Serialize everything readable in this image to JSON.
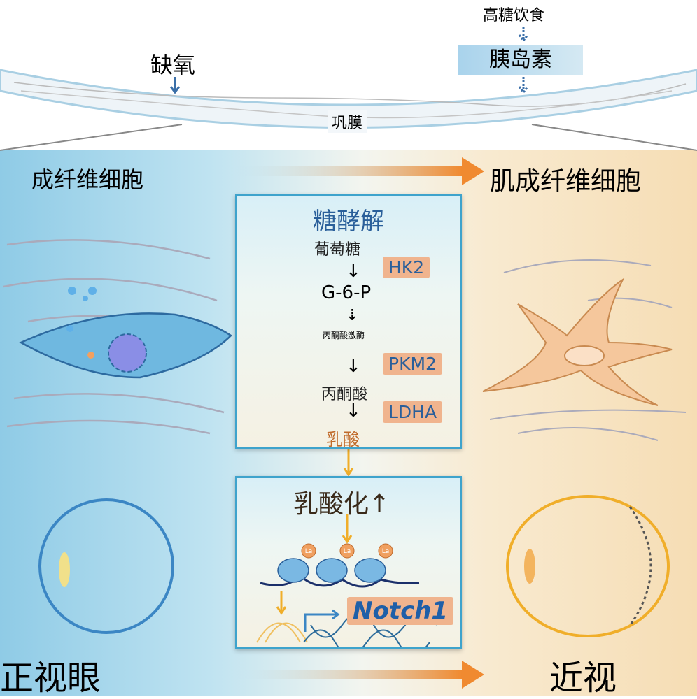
{
  "top": {
    "hypoxia": "缺氧",
    "high_sugar_diet": "高糖饮食",
    "insulin": "胰岛素",
    "sclera": "巩膜"
  },
  "cells": {
    "left": "成纤维细胞",
    "right": "肌成纤维细胞"
  },
  "glycolysis": {
    "title": "糖酵解",
    "steps": [
      "葡萄糖",
      "G-6-P",
      "丙酮酸激酶",
      "丙酮酸",
      "乳酸"
    ],
    "enzymes": [
      "HK2",
      "PKM2",
      "LDHA"
    ]
  },
  "lactylation": {
    "title": "乳酸化↑",
    "marker": "La",
    "gene": "Notch1"
  },
  "bottom": {
    "left": "正视眼",
    "right": "近视"
  },
  "colors": {
    "blue": "#3ea3cc",
    "orange": "#f08a30",
    "enzyme_bg": "#f0b48e"
  }
}
